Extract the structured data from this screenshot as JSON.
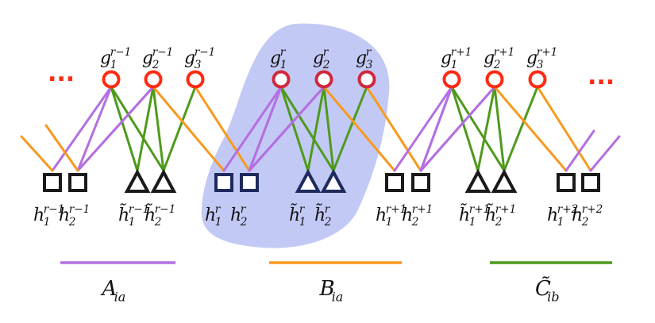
{
  "colors": {
    "blob": "#c3c9f5",
    "purple": "#b46fe0",
    "orange": "#f79a1e",
    "green": "#4e9a1c",
    "red": "#ff2a12",
    "darkred": "#d0283c",
    "black": "#1a1a1a",
    "navy": "#1e2a5e"
  },
  "ellipsis": "...",
  "g_labels": [
    {
      "base": "g",
      "sub": "1",
      "sup": "r−1"
    },
    {
      "base": "g",
      "sub": "2",
      "sup": "r−1"
    },
    {
      "base": "g",
      "sub": "3",
      "sup": "r−1"
    },
    {
      "base": "g",
      "sub": "1",
      "sup": "r"
    },
    {
      "base": "g",
      "sub": "2",
      "sup": "r"
    },
    {
      "base": "g",
      "sub": "3",
      "sup": "r"
    },
    {
      "base": "g",
      "sub": "1",
      "sup": "r+1"
    },
    {
      "base": "g",
      "sub": "2",
      "sup": "r+1"
    },
    {
      "base": "g",
      "sub": "3",
      "sup": "r+1"
    }
  ],
  "h_labels": [
    {
      "base": "h",
      "sub": "1",
      "sup": "r−1"
    },
    {
      "base": "h",
      "sub": "2",
      "sup": "r−1"
    },
    {
      "base": "h̃",
      "sub": "1",
      "sup": "r−1"
    },
    {
      "base": "h̃",
      "sub": "2",
      "sup": "r−1"
    },
    {
      "base": "h",
      "sub": "1",
      "sup": "r"
    },
    {
      "base": "h",
      "sub": "2",
      "sup": "r"
    },
    {
      "base": "h̃",
      "sub": "1",
      "sup": "r"
    },
    {
      "base": "h̃",
      "sub": "2",
      "sup": "r"
    },
    {
      "base": "h",
      "sub": "1",
      "sup": "r+1"
    },
    {
      "base": "h",
      "sub": "2",
      "sup": "r+1"
    },
    {
      "base": "h̃",
      "sub": "1",
      "sup": "r+1"
    },
    {
      "base": "h̃",
      "sub": "2",
      "sup": "r+1"
    },
    {
      "base": "h",
      "sub": "1",
      "sup": "r+2"
    },
    {
      "base": "h",
      "sub": "2",
      "sup": "r+2"
    }
  ],
  "legend": [
    {
      "base": "A",
      "sub": "ia",
      "color": "purple"
    },
    {
      "base": "B",
      "sub": "ia",
      "color": "orange"
    },
    {
      "base": "C̃",
      "sub": "ib",
      "color": "green"
    }
  ]
}
